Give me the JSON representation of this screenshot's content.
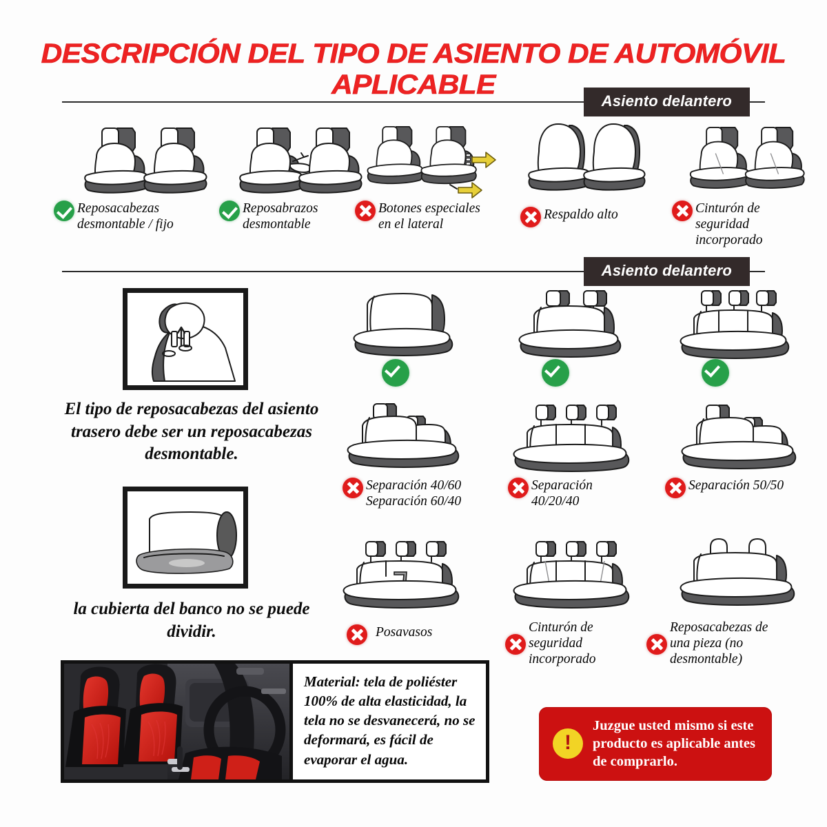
{
  "title": "DESCRIPCIÓN DEL TIPO DE ASIENTO DE AUTOMÓVIL APLICABLE",
  "sections": {
    "front": {
      "header": "Asiento delantero"
    },
    "rear": {
      "header": "Asiento delantero"
    }
  },
  "front_row": [
    {
      "status": "ok",
      "label": "Reposacabezas desmontable / fijo"
    },
    {
      "status": "ok",
      "label": "Reposabrazos desmontable"
    },
    {
      "status": "no",
      "label": "Botones especiales en el lateral"
    },
    {
      "status": "no",
      "label": "Respaldo alto"
    },
    {
      "status": "no",
      "label": "Cinturón de seguridad incorporado"
    }
  ],
  "left_notes": [
    {
      "caption": "El tipo de reposacabezas del asiento trasero debe ser un reposacabezas desmontable."
    },
    {
      "caption": "la cubierta del banco no se puede dividir."
    }
  ],
  "bench_ok_row": [
    {
      "status": "ok"
    },
    {
      "status": "ok"
    },
    {
      "status": "ok"
    }
  ],
  "bench_split_row": [
    {
      "status": "no",
      "label": "Separación 40/60\nSeparación 60/40"
    },
    {
      "status": "no",
      "label": "Separación 40/20/40"
    },
    {
      "status": "no",
      "label": "Separación 50/50"
    }
  ],
  "bench_feature_row": [
    {
      "status": "no",
      "label": "Posavasos"
    },
    {
      "status": "no",
      "label": "Cinturón de seguridad incorporado"
    },
    {
      "status": "no",
      "label": "Reposacabezas de una pieza (no desmontable)"
    }
  ],
  "material_note": "Material: tela de poliéster 100% de alta elasticidad, la tela no se desvanecerá, no se deformará, es fácil de evaporar el agua.",
  "warning": {
    "icon": "exclamation-icon",
    "text": "Juzgue usted mismo si este producto es aplicable antes de comprarlo."
  },
  "colors": {
    "title_red": "#ee2222",
    "header_bar": "#332a2a",
    "ok_green": "#27a049",
    "no_red": "#e01b1b",
    "warn_red": "#cc1111",
    "warn_yellow": "#f2d425",
    "seat_side": "#58585a"
  }
}
